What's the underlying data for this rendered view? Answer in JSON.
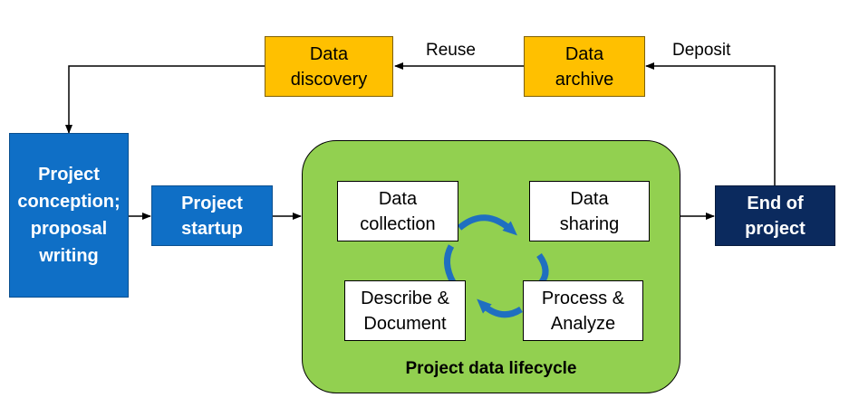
{
  "nodes": {
    "data_discovery": "Data\ndiscovery",
    "data_archive": "Data\narchive",
    "project_conception": "Project\nconception;\nproposal\nwriting",
    "project_startup": "Project\nstartup",
    "end_of_project": "End of\nproject",
    "data_collection": "Data\ncollection",
    "data_sharing": "Data\nsharing",
    "describe_document": "Describe &\nDocument",
    "process_analyze": "Process &\nAnalyze"
  },
  "edges": {
    "reuse": "Reuse",
    "deposit": "Deposit"
  },
  "lifecycle_caption": "Project data lifecycle",
  "colors": {
    "orange": "#ffc000",
    "blue": "#0f6fc6",
    "navy": "#0b2a5e",
    "green": "#92d050",
    "cycle_arrows": "#1f6fc0"
  }
}
